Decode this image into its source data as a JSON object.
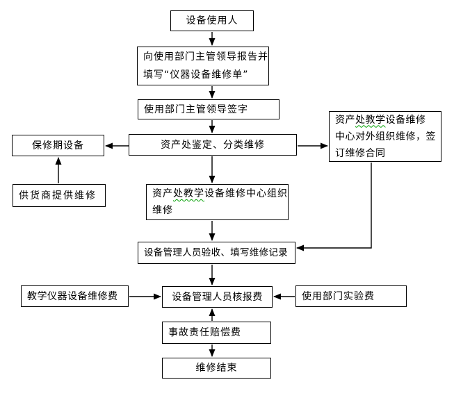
{
  "colors": {
    "background": "#ffffff",
    "box_border": "#000000",
    "text": "#000000",
    "arrow": "#000000",
    "spellcheck_underline": "#00a000"
  },
  "flowchart": {
    "type": "flowchart",
    "nodes": {
      "user": {
        "label": "设备使用人"
      },
      "report": {
        "line1": "向使用部门主管领导报告并",
        "line2": "填写“仪器设备维修单”"
      },
      "sign": {
        "label": "使用部门主管领导签字"
      },
      "appraise": {
        "label": "资产处鉴定、分类维修"
      },
      "warranty": {
        "label": "保修期设备"
      },
      "supplier": {
        "label": "供货商提供维修"
      },
      "external": {
        "line1_pre": "资产",
        "line1_misspell": "处教学",
        "line1_post": "设备维修",
        "line2": "中心对外组织维修，签",
        "line3": "订维修合同"
      },
      "org_repair": {
        "line1_pre": "资产",
        "line1_misspell": "处教学",
        "line1_post": "设备维修中心组织",
        "line2": "维修"
      },
      "acceptance": {
        "label": "设备管理人员验收、填写维修记录"
      },
      "teaching_fee": {
        "label": "教学仪器设备维修费"
      },
      "verify_fee": {
        "label": "设备管理人员核报费"
      },
      "experiment_fee": {
        "label": "使用部门实验费"
      },
      "accident_fee": {
        "label": "事故责任赔偿费"
      },
      "end": {
        "label": "维修结束"
      }
    },
    "edges": [
      {
        "from": "user",
        "to": "report"
      },
      {
        "from": "report",
        "to": "sign"
      },
      {
        "from": "sign",
        "to": "appraise"
      },
      {
        "from": "appraise",
        "to": "warranty"
      },
      {
        "from": "appraise",
        "to": "external"
      },
      {
        "from": "supplier",
        "to": "warranty"
      },
      {
        "from": "appraise",
        "to": "org_repair"
      },
      {
        "from": "org_repair",
        "to": "acceptance"
      },
      {
        "from": "external",
        "to": "acceptance"
      },
      {
        "from": "acceptance",
        "to": "verify_fee"
      },
      {
        "from": "teaching_fee",
        "to": "verify_fee"
      },
      {
        "from": "experiment_fee",
        "to": "verify_fee"
      },
      {
        "from": "accident_fee",
        "to": "verify_fee"
      },
      {
        "from": "accident_fee",
        "to": "end"
      }
    ]
  }
}
